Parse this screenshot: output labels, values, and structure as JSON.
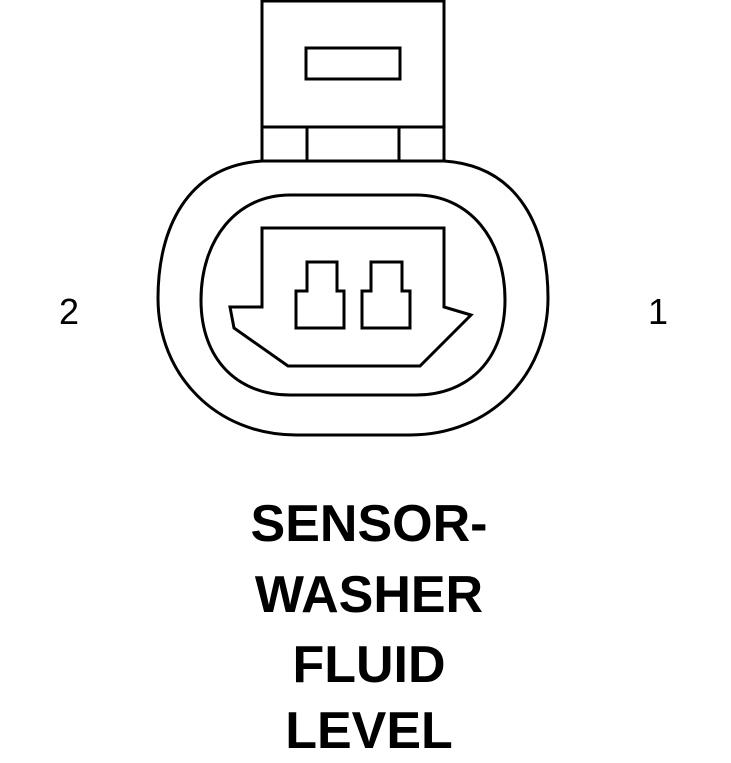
{
  "pin_labels": {
    "left": "2",
    "right": "1"
  },
  "title_lines": [
    "SENSOR-",
    "WASHER",
    "FLUID",
    "LEVEL"
  ]
}
